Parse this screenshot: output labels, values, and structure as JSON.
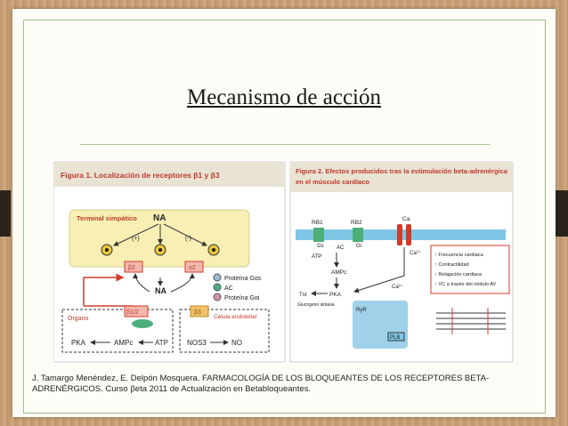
{
  "slide": {
    "title": "Mecanismo de acción",
    "citation": "J. Tamargo Menéndez, E. Delpón Mosquera. FARMACOLOGÍA DE LOS BLOQUEANTES DE LOS RECEPTORES BETA-ADRENÉRGICOS. Curso βeta 2011 de Actualización en Betabloqueantes."
  },
  "fig1": {
    "header": "Figura 1. Localización de receptores β1 y β3",
    "terminal": "Terminal simpático",
    "na_top": "NA",
    "plus": "(+)",
    "minus": "(-)",
    "b2": "β2",
    "a2": "α2",
    "na_mid": "NA",
    "legend_gs": "Proteína Gαs",
    "legend_ac": "AC",
    "legend_gi": "Proteína Gαi",
    "organo": "Órgano",
    "b12": "β1/2",
    "b3": "β3",
    "cel_endo": "Célula endotelial",
    "pka": "PKA",
    "ampc": "AMPc",
    "atp": "ATP",
    "nos3": "NOS3",
    "no": "NO"
  },
  "fig2": {
    "header_line1": "Figura 2. Efectos producidos tras la estimulación beta-adrenérgica",
    "header_line2": "en el músculo cardíaco",
    "rb1": "RB1",
    "rb2": "RB2",
    "ca": "Ca",
    "gs": "Gs",
    "gi": "Gi",
    "ac": "AC",
    "atp": "ATP",
    "ampc": "AMPc",
    "pka": "PKA",
    "plb": "PLB",
    "ryr": "RyR",
    "tnl": "TnI",
    "gluc": "Glucógeno sintasa",
    "ca2a": "Ca²⁺",
    "ca2b": "Ca²⁺",
    "effects": [
      "↑ Frecuencia cardiaca",
      "↑ Contractilidad",
      "↑ Relajación cardiaca",
      "↑ VC a través del nódulo AV"
    ]
  }
}
